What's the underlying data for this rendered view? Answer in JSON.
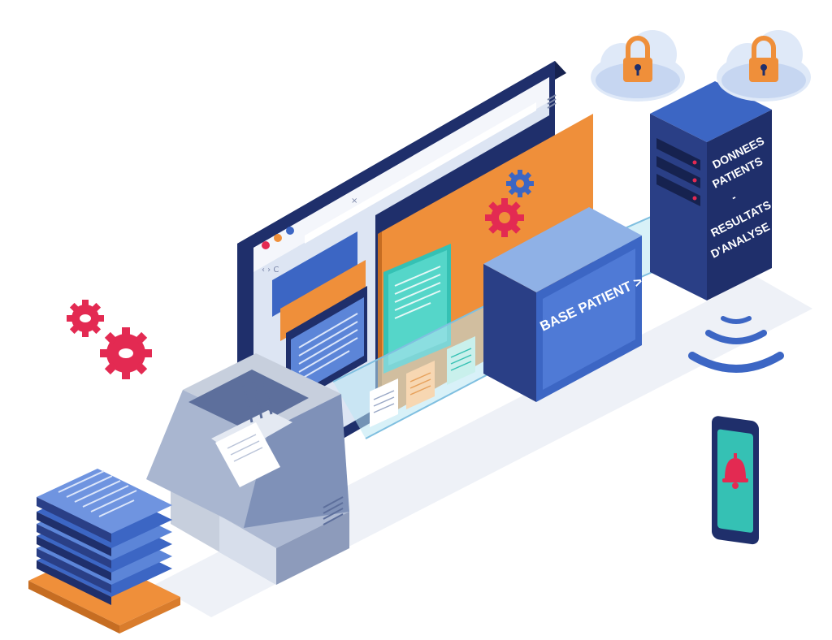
{
  "labels": {
    "base_patient": "BASE PATIENT >",
    "server_line1": "DONNEES",
    "server_line2": "PATIENTS",
    "server_line3": "-",
    "server_line4": "RESULTATS",
    "server_line5": "D'ANALYSE"
  },
  "icons": [
    "cloud-lock-icon",
    "cloud-lock-icon",
    "gear-icon",
    "gear-icon",
    "gear-icon",
    "gear-icon",
    "wifi-signal-icon",
    "bell-icon",
    "document-stack-icon",
    "scanner-icon",
    "server-icon",
    "browser-window-icon"
  ],
  "colors": {
    "navy": "#1f2f6b",
    "blue": "#3c66c4",
    "light_blue": "#8fb1e6",
    "orange": "#ef8f3a",
    "teal": "#35c1b4",
    "red": "#e32a52",
    "gray": "#c7cfdd"
  }
}
